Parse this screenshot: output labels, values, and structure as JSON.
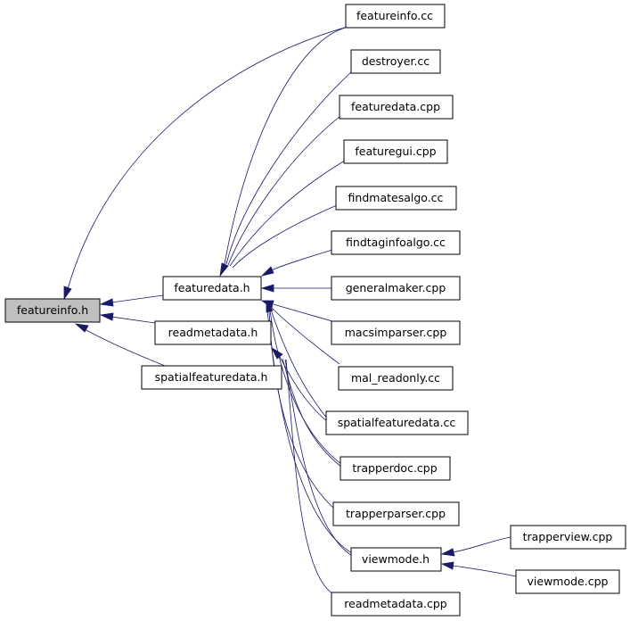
{
  "diagram": {
    "nodes": {
      "featureinfo_h": "featureinfo.h",
      "featuredata_h": "featuredata.h",
      "readmetadata_h": "readmetadata.h",
      "spatialfeaturedata_h": "spatialfeaturedata.h",
      "featureinfo_cc": "featureinfo.cc",
      "destroyer_cc": "destroyer.cc",
      "featuredata_cpp": "featuredata.cpp",
      "featuregui_cpp": "featuregui.cpp",
      "findmatesalgo_cc": "findmatesalgo.cc",
      "findtaginfoalgo_cc": "findtaginfoalgo.cc",
      "generalmaker_cpp": "generalmaker.cpp",
      "macsimparser_cpp": "macsimparser.cpp",
      "mal_readonly_cc": "mal_readonly.cc",
      "spatialfeaturedata_cc": "spatialfeaturedata.cc",
      "trapperdoc_cpp": "trapperdoc.cpp",
      "trapperparser_cpp": "trapperparser.cpp",
      "viewmode_h": "viewmode.h",
      "readmetadata_cpp": "readmetadata.cpp",
      "trapperview_cpp": "trapperview.cpp",
      "viewmode_cpp": "viewmode.cpp"
    },
    "colors": {
      "edge": "#1a1a66",
      "root_fill": "#bfbfbf",
      "node_fill": "#ffffff",
      "node_border": "#000000"
    }
  }
}
